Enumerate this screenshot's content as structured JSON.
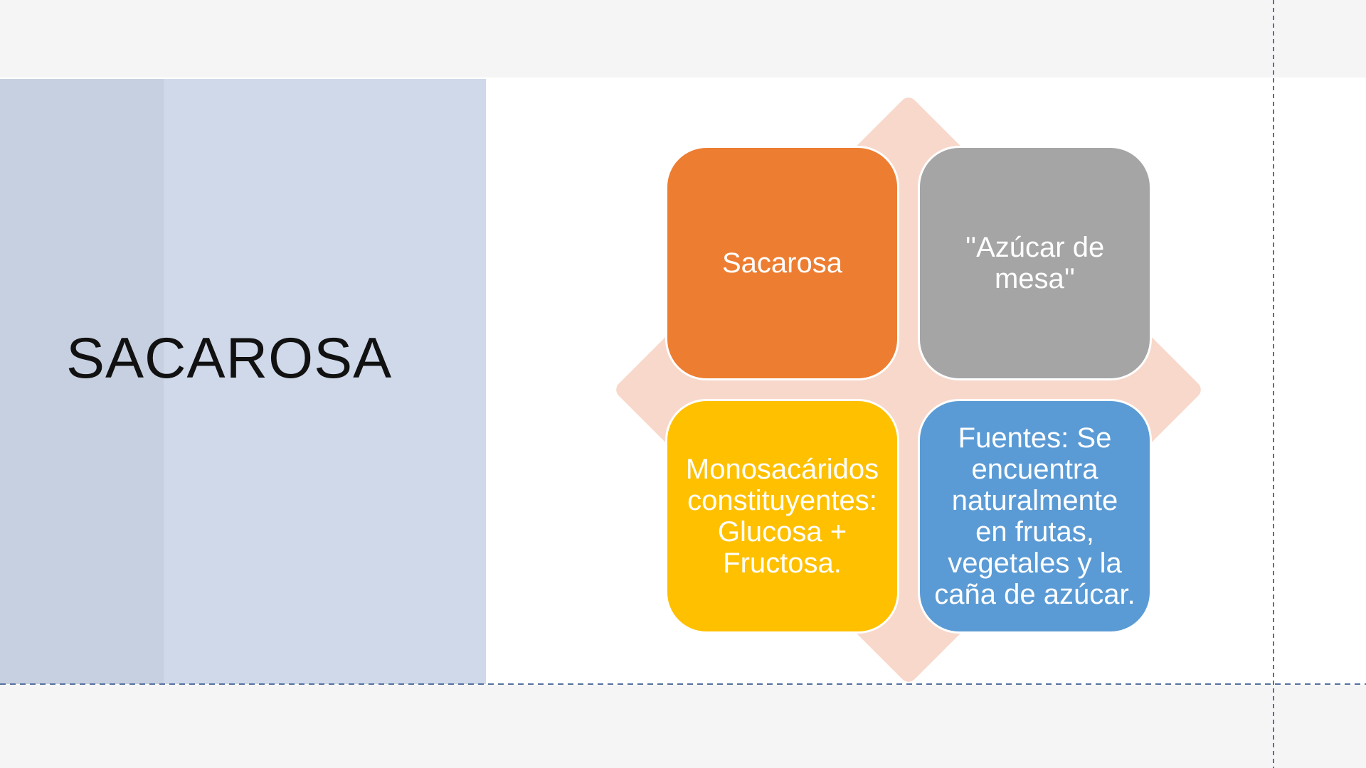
{
  "slide": {
    "title": "SACAROSA",
    "smartart": {
      "boxes": [
        {
          "label": "Sacarosa",
          "color": "#ED7D31"
        },
        {
          "label": "''Azúcar de\nmesa''",
          "color": "#A5A5A5"
        },
        {
          "label": "Monosacáridos\nconstituyentes:\nGlucosa +\nFructosa.",
          "color": "#FFC000"
        },
        {
          "label": "Fuentes: Se\nencuentra\nnaturalmente\nen frutas,\nvegetales y la\ncaña de azúcar.",
          "color": "#5B9BD5"
        }
      ],
      "diamond_color": "#F8D8CB",
      "text_color": "#FFFFFF"
    },
    "panel": {
      "band_left_color": "#C7D0E0",
      "band_right_color": "#CFD9EA",
      "title_color": "#111111"
    },
    "margins": {
      "color": "#F5F5F6"
    },
    "guides": {
      "color": "#54719E"
    }
  }
}
